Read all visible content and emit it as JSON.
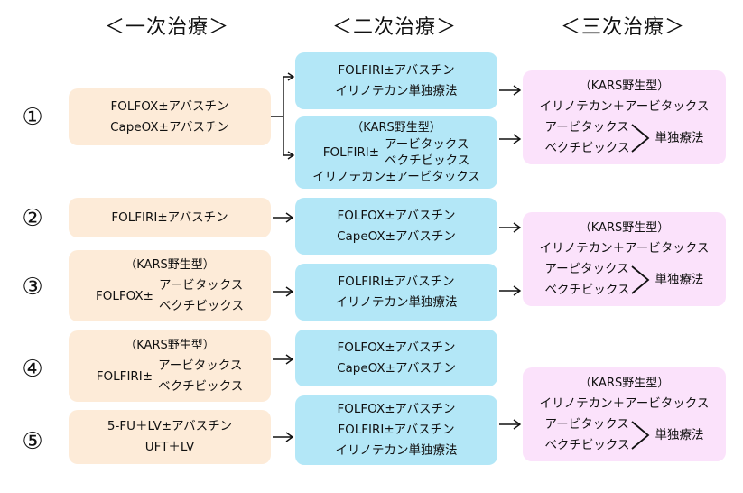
{
  "headers": {
    "first": "＜一次治療＞",
    "second": "＜二次治療＞",
    "third": "＜三次治療＞"
  },
  "rows": [
    {
      "number": "①",
      "first": {
        "lines": [
          "FOLFOX±アバスチン",
          "CapeOX±アバスチン"
        ]
      },
      "second_a": {
        "lines": [
          "FOLFIRI±アバスチン",
          "イリノテカン単独療法"
        ]
      },
      "second_b": {
        "kars": "（KARS野生型）",
        "prefix": "FOLFIRI±",
        "options": [
          "アービタックス",
          "ベクチビックス"
        ],
        "last": "イリノテカン±アービタックス"
      },
      "third": {
        "kars": "（KARS野生型）",
        "line": "イリノテカン＋アービタックス",
        "options": [
          "アービタックス",
          "ベクチビックス"
        ],
        "suffix": "単独療法"
      }
    },
    {
      "number": "②",
      "first": {
        "lines": [
          "FOLFIRI±アバスチン"
        ]
      },
      "second": {
        "lines": [
          "FOLFOX±アバスチン",
          "CapeOX±アバスチン"
        ]
      },
      "third": {
        "kars": "（KARS野生型）",
        "line": "イリノテカン＋アービタックス",
        "options": [
          "アービタックス",
          "ベクチビックス"
        ],
        "suffix": "単独療法"
      }
    },
    {
      "number": "③",
      "first": {
        "kars": "（KARS野生型）",
        "prefix": "FOLFOX±",
        "options": [
          "アービタックス",
          "ベクチビックス"
        ]
      },
      "second": {
        "lines": [
          "FOLFIRI±アバスチン",
          "イリノテカン単独療法"
        ]
      }
    },
    {
      "number": "④",
      "first": {
        "kars": "（KARS野生型）",
        "prefix": "FOLFIRI±",
        "options": [
          "アービタックス",
          "ベクチビックス"
        ]
      },
      "second": {
        "lines": [
          "FOLFOX±アバスチン",
          "CapeOX±アバスチン"
        ]
      }
    },
    {
      "number": "⑤",
      "first": {
        "lines": [
          "5-FU＋LV±アバスチン",
          "UFT＋LV"
        ]
      },
      "second": {
        "lines": [
          "FOLFOX±アバスチン",
          "FOLFIRI±アバスチン",
          "イリノテカン単独療法"
        ]
      },
      "third": {
        "kars": "（KARS野生型）",
        "line": "イリノテカン＋アービタックス",
        "options": [
          "アービタックス",
          "ベクチビックス"
        ],
        "suffix": "単独療法"
      }
    }
  ],
  "colors": {
    "first_line": "#fdebd8",
    "second_line": "#b3e7f7",
    "third_line": "#fbe2fb",
    "arrow": "#111111"
  }
}
